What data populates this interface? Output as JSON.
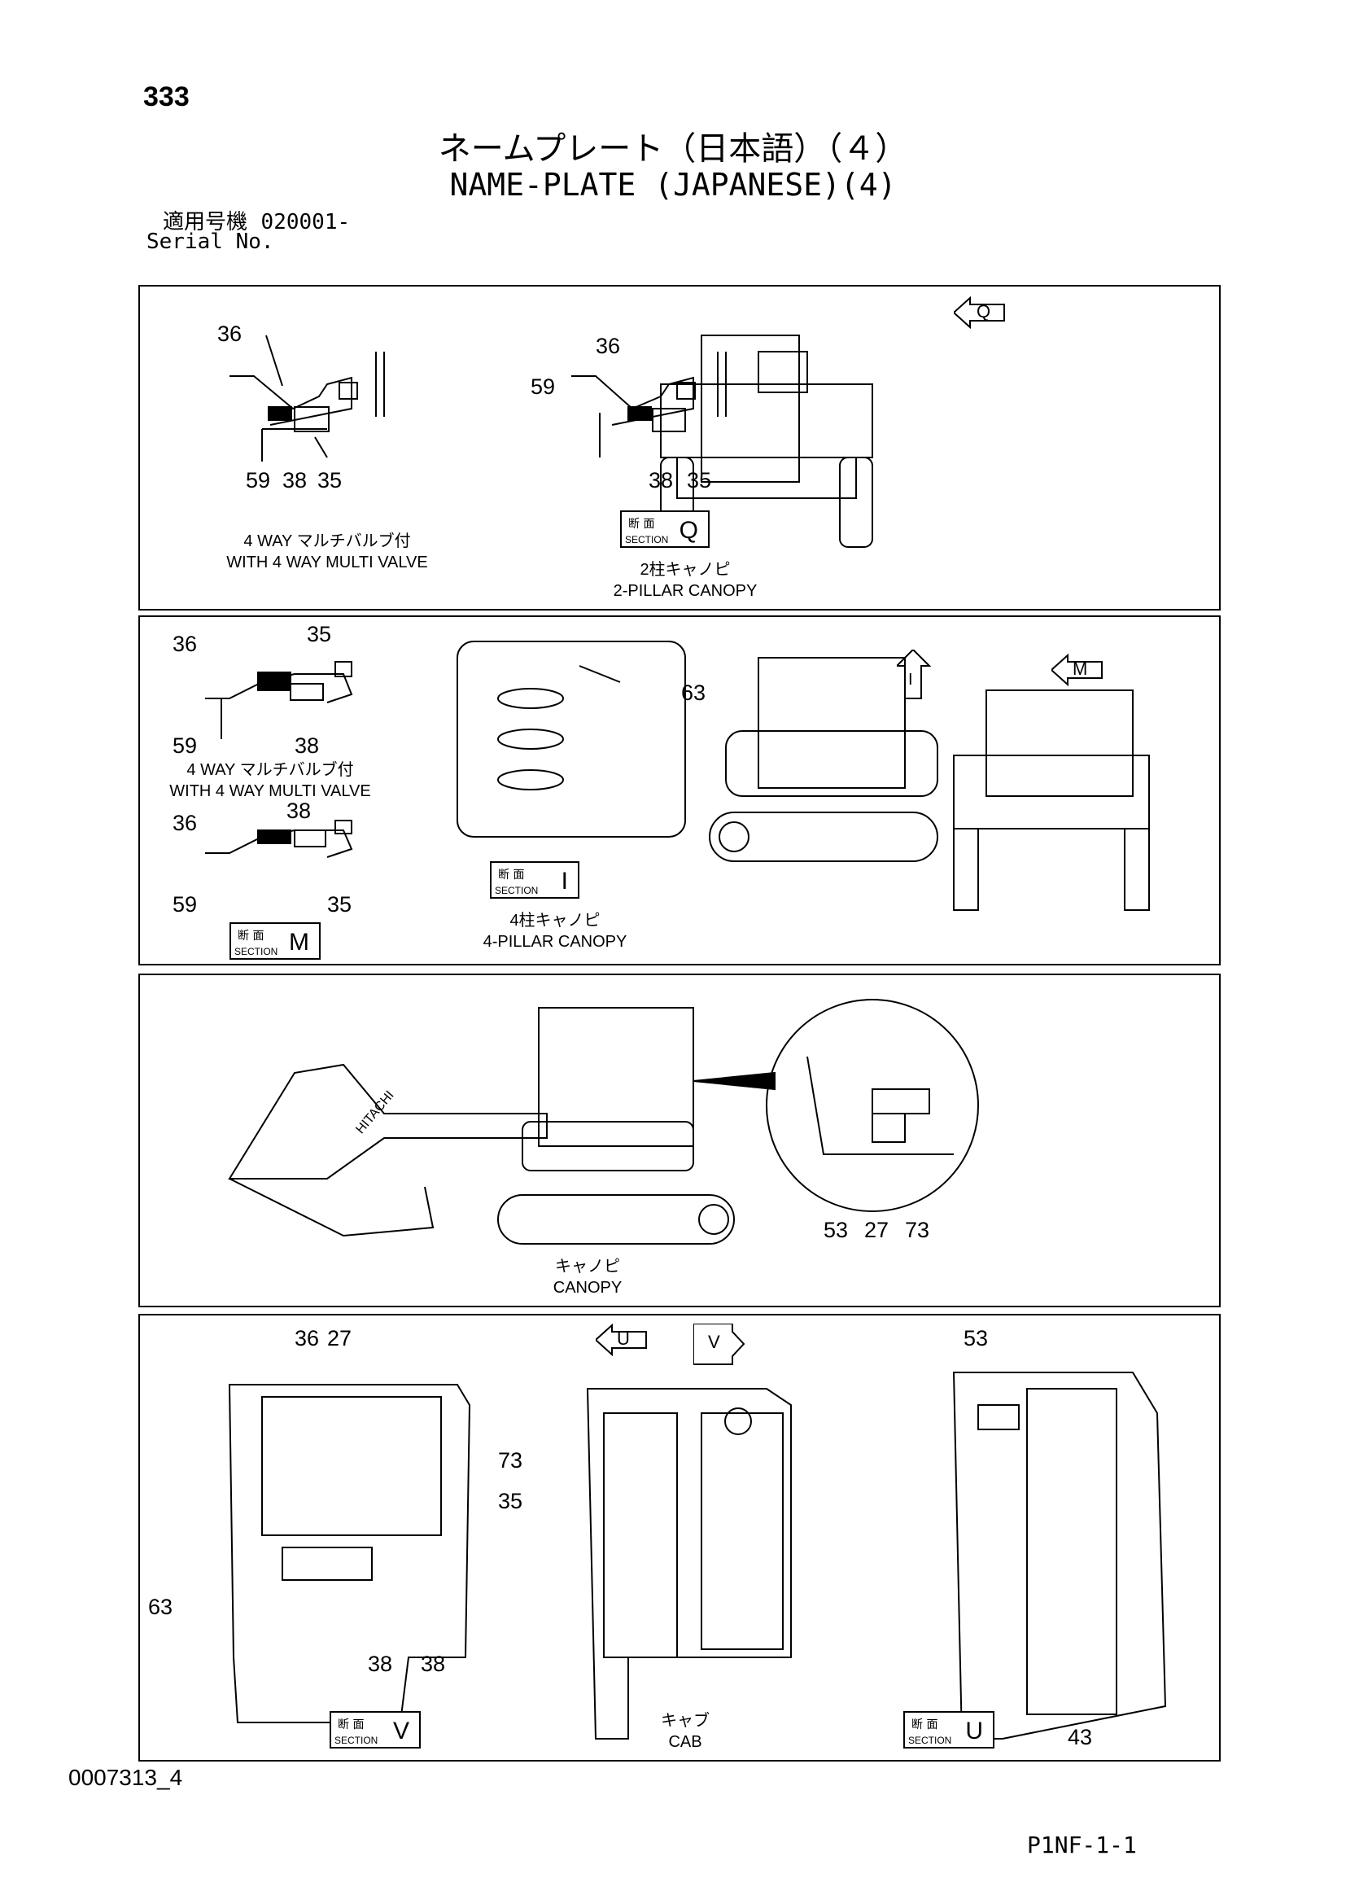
{
  "header": {
    "page_number": "333",
    "title_jp": "ネームプレート（日本語）（４）",
    "title_en": "NAME-PLATE (JAPANESE)(4)",
    "serial_label_jp": "適用号機",
    "serial_value": "020001-",
    "serial_label_en": "Serial No."
  },
  "panel1": {
    "callouts": [
      "36",
      "59",
      "38",
      "35",
      "36",
      "59",
      "38",
      "35"
    ],
    "caption_left_jp": "4 WAY マルチバルブ付",
    "caption_left_en": "WITH 4 WAY MULTI VALVE",
    "section": {
      "kanji": "断 面",
      "word": "SECTION",
      "letter": "Q"
    },
    "caption_mid_jp": "2柱キャノピ",
    "caption_mid_en": "2-PILLAR CANOPY",
    "view_arrow": "Q"
  },
  "panel2": {
    "callouts": [
      "36",
      "35",
      "59",
      "38",
      "38",
      "36",
      "59",
      "35",
      "63"
    ],
    "caption_left_jp": "4 WAY マルチバルブ付",
    "caption_left_en": "WITH 4 WAY MULTI VALVE",
    "section_m": {
      "kanji": "断 面",
      "word": "SECTION",
      "letter": "M"
    },
    "section_i": {
      "kanji": "断 面",
      "word": "SECTION",
      "letter": "I"
    },
    "caption_mid_jp": "4柱キャノピ",
    "caption_mid_en": "4-PILLAR CANOPY",
    "view_arrow_i": "I",
    "view_arrow_m": "M"
  },
  "panel3": {
    "callouts": [
      "53",
      "27",
      "73"
    ],
    "caption_jp": "キャノピ",
    "caption_en": "CANOPY",
    "boom_brand": "HITACHI"
  },
  "panel4": {
    "callouts_left": [
      "36",
      "27",
      "73",
      "35",
      "63",
      "38",
      "38"
    ],
    "callouts_right": [
      "53",
      "43"
    ],
    "section_v": {
      "kanji": "断 面",
      "word": "SECTION",
      "letter": "V"
    },
    "section_u": {
      "kanji": "断 面",
      "word": "SECTION",
      "letter": "U"
    },
    "caption_jp": "キャブ",
    "caption_en": "CAB",
    "view_arrow_u": "U",
    "view_arrow_v": "V"
  },
  "footer": {
    "drawing_code": "0007313_4",
    "page_code": "P1NF-1-1"
  }
}
